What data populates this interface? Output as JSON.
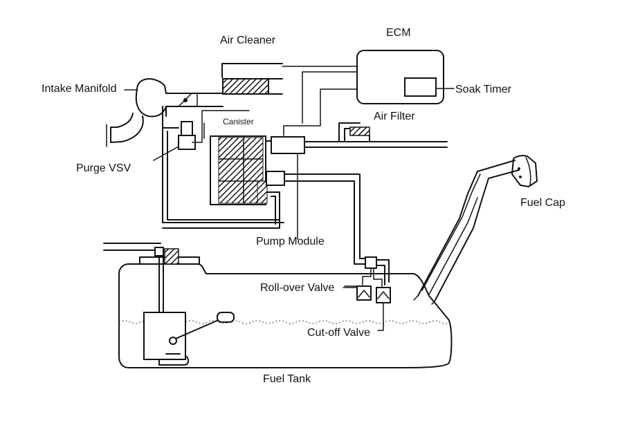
{
  "labels": {
    "air_cleaner": "Air Cleaner",
    "ecm": "ECM",
    "intake_manifold": "Intake Manifold",
    "soak_timer": "Soak Timer",
    "canister": "Canister",
    "air_filter": "Air Filter",
    "purge_vsv": "Purge VSV",
    "fuel_cap": "Fuel Cap",
    "pump_module": "Pump Module",
    "roll_over_valve": "Roll-over Valve",
    "cut_off_valve": "Cut-off Valve",
    "fuel_tank": "Fuel Tank"
  }
}
